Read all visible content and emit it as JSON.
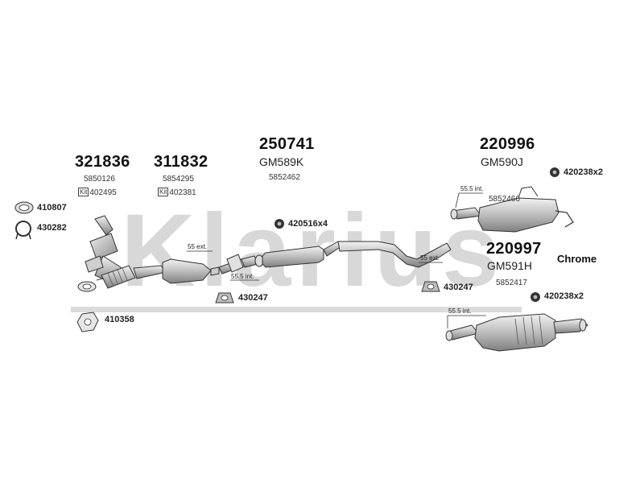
{
  "watermark": "Klarius",
  "parts": {
    "p321836": {
      "number": "321836",
      "oe": "5850126",
      "kit_tag": "Kit",
      "kit_number": "402495"
    },
    "p311832": {
      "number": "311832",
      "oe": "5854295",
      "kit_tag": "Kit",
      "kit_number": "402381"
    },
    "p250741": {
      "number": "250741",
      "gm": "GM589K",
      "oe": "5852462"
    },
    "p220996": {
      "number": "220996",
      "gm": "GM590J",
      "oe": "5852466"
    },
    "p220997": {
      "number": "220997",
      "gm": "GM591H",
      "oe": "5852417",
      "note": "Chrome"
    }
  },
  "fittings": {
    "f410807": "410807",
    "f430282": "430282",
    "f410358": "410358",
    "f430247a": "430247",
    "f430247b": "430247",
    "f420516": "420516x4",
    "f420238a": "420238x2",
    "f420238b": "420238x2"
  },
  "pipe_marks": {
    "ext55a": "55 ext.",
    "int555a": "55.5 int.",
    "ext55b": "55 ext.",
    "int555b": "55.5 int.",
    "int555c": "55.5 int."
  },
  "colors": {
    "line": "#333333",
    "part_fill": "#d9d9d9",
    "shade": "#9a9a9a",
    "watermark": "#c4c4c4"
  }
}
